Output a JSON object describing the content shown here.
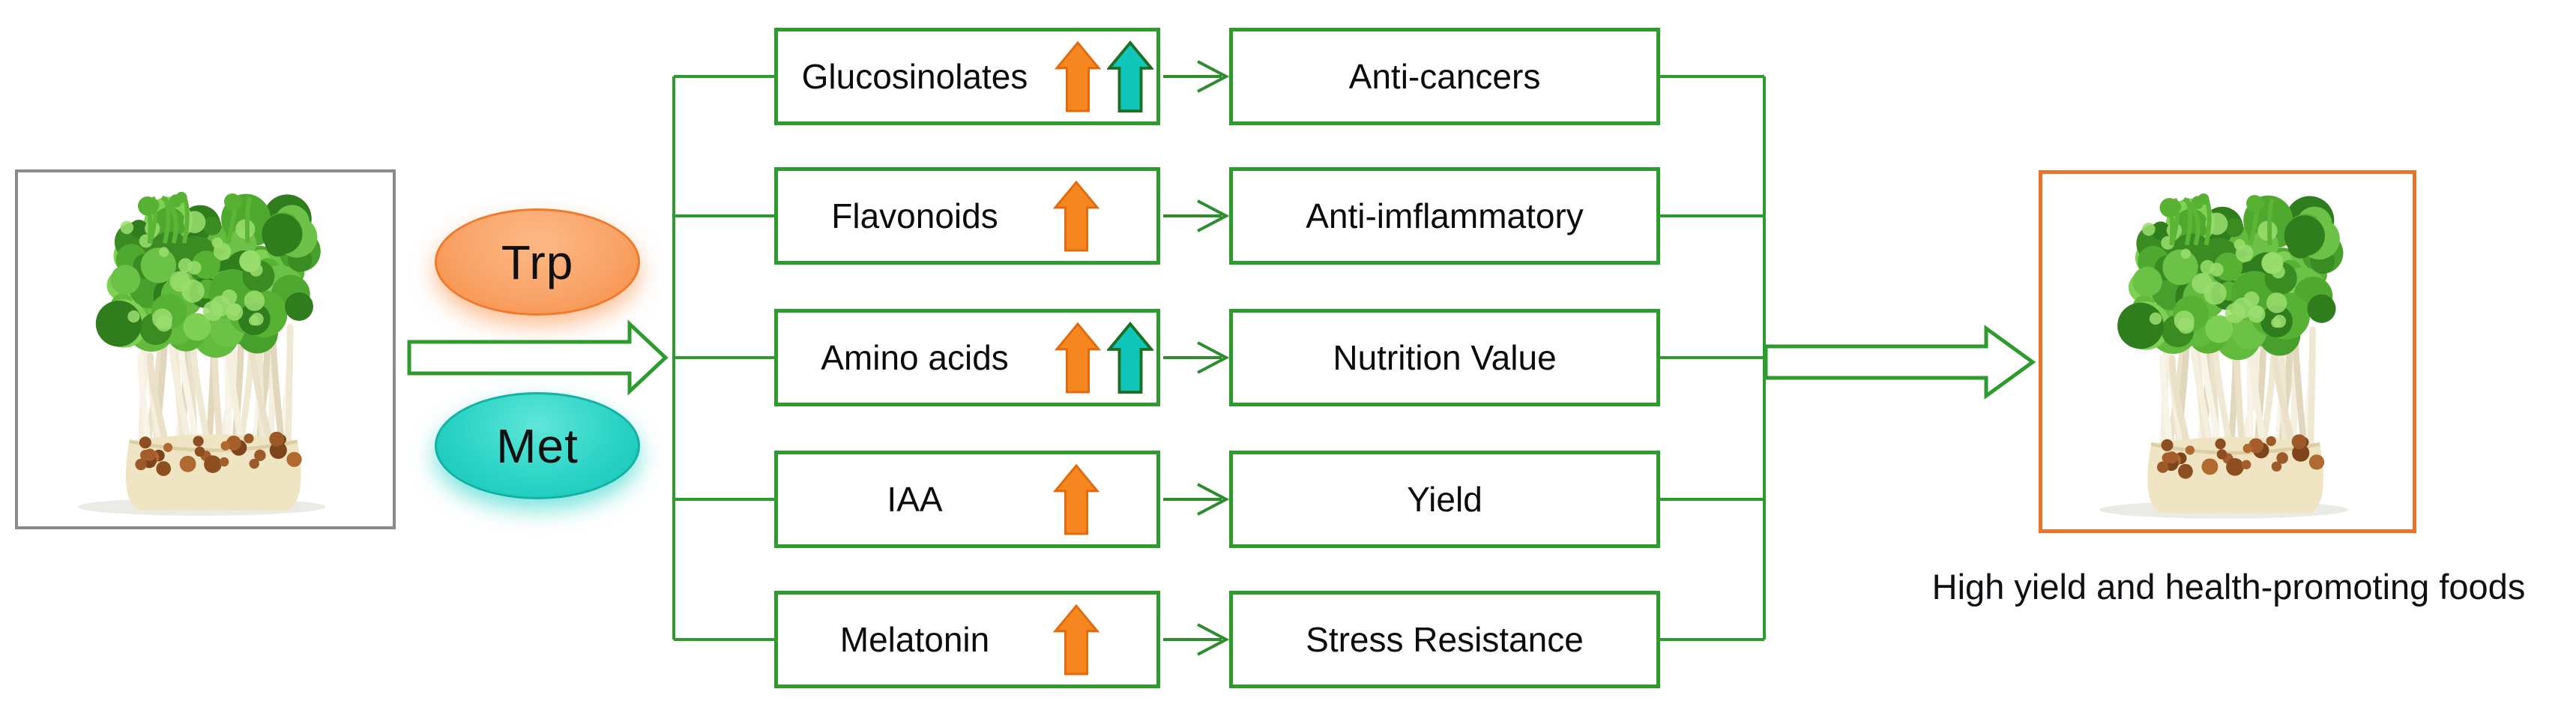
{
  "inputs": {
    "trp": "Trp",
    "met": "Met"
  },
  "left_photo": {
    "description": "broccoli sprouts growing on sponge, gray frame"
  },
  "right_photo": {
    "description": "broccoli sprouts growing on sponge, orange frame"
  },
  "rows": [
    {
      "metabolite": "Glucosinolates",
      "arrows": [
        "orange-up",
        "teal-up"
      ],
      "benefit": "Anti-cancers"
    },
    {
      "metabolite": "Flavonoids",
      "arrows": [
        "orange-up"
      ],
      "benefit": "Anti-imflammatory"
    },
    {
      "metabolite": "Amino acids",
      "arrows": [
        "orange-up",
        "teal-up"
      ],
      "benefit": "Nutrition Value"
    },
    {
      "metabolite": "IAA",
      "arrows": [
        "orange-up"
      ],
      "benefit": "Yield"
    },
    {
      "metabolite": "Melatonin",
      "arrows": [
        "orange-up"
      ],
      "benefit": "Stress Resistance"
    }
  ],
  "caption": "High yield and health-promoting foods",
  "colors": {
    "box_border_green": "#2e9b2e",
    "connector_green": "#2e8b2e",
    "orange_arrow_fill": "#f6861f",
    "orange_arrow_stroke": "#e06a0d",
    "teal_arrow_fill": "#10c6b9",
    "teal_arrow_stroke": "#1e6f24",
    "trp_fill": "#f9a469",
    "trp_border": "#ef7b2e",
    "met_fill": "#2bd4c6",
    "met_border": "#12b2a5",
    "left_photo_border": "#8a8a8a",
    "right_photo_border": "#e8732b",
    "text": "#0b0b0b"
  }
}
